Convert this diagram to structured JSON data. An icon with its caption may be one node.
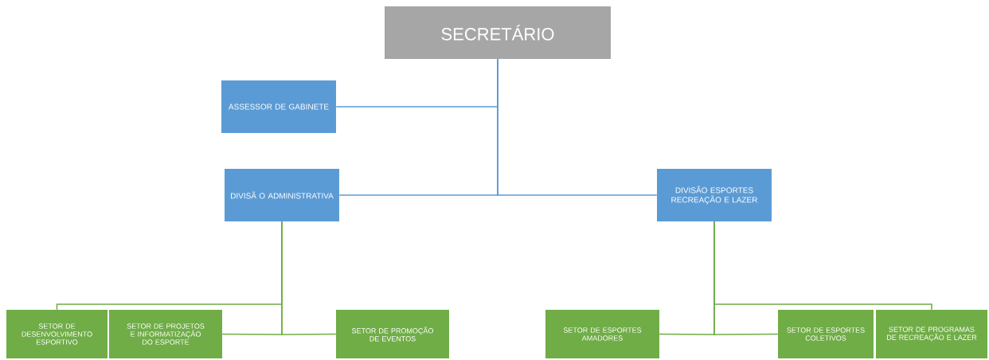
{
  "diagram": {
    "nodes": [
      {
        "text": [
          "SECRETÁRIO"
        ]
      },
      {
        "text": [
          "ASSESSOR DE GABINETE"
        ]
      },
      {
        "text": [
          "DIVISÃ O ADMINISTRATIVA"
        ]
      },
      {
        "text": [
          "DIVISÃO ESPORTES RECREAÇÃO E LAZER"
        ]
      },
      {
        "text": [
          "SETOR DE DESENVOLVIMENTO ESPORTIVO"
        ]
      },
      {
        "text": [
          "SETOR DE PROJETOS E INFORMATIZAÇÃO DO ESPORTE"
        ]
      },
      {
        "text": [
          "SETOR DE PROMOÇÃO DE EVENTOS"
        ]
      },
      {
        "text": [
          "SETOR DE ESPORTES AMADORES"
        ]
      },
      {
        "text": [
          "SETOR DE ESPORTES COLETIVOS"
        ]
      },
      {
        "text": [
          "SETOR DE PROGRAMAS DE RECREAÇÃO E LAZER"
        ]
      }
    ],
    "edges": [
      {
        "from": 0,
        "to": 1,
        "arrow": "none",
        "color": "#5b9bd5"
      },
      {
        "from": 0,
        "to": 2,
        "arrow": "none",
        "color": "#5b9bd5"
      },
      {
        "from": 0,
        "to": 3,
        "arrow": "none",
        "color": "#5b9bd5"
      },
      {
        "from": 2,
        "to": 4,
        "arrow": "none"
      },
      {
        "from": 2,
        "to": 5,
        "arrow": "none"
      },
      {
        "from": 2,
        "to": 6,
        "arrow": "none"
      },
      {
        "from": 3,
        "to": 7,
        "arrow": "none"
      },
      {
        "from": 3,
        "to": 8,
        "arrow": "none"
      },
      {
        "from": 3,
        "to": 9,
        "arrow": "none"
      }
    ]
  }
}
